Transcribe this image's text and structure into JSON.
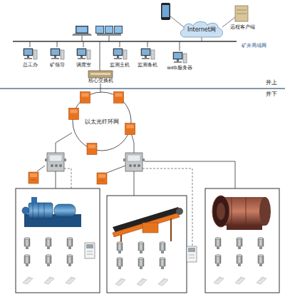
{
  "diagram": {
    "nodes": [
      {
        "text": [
          "Internet网"
        ]
      },
      {
        "text": [
          "以太光纤环网"
        ]
      }
    ],
    "labels": [
      "远程客户端",
      "矿井局域网",
      "总工办",
      "矿领导",
      "调度室",
      "监测主机",
      "监测备机",
      "web服务器",
      "核心交换机",
      "井上",
      "井下"
    ]
  }
}
